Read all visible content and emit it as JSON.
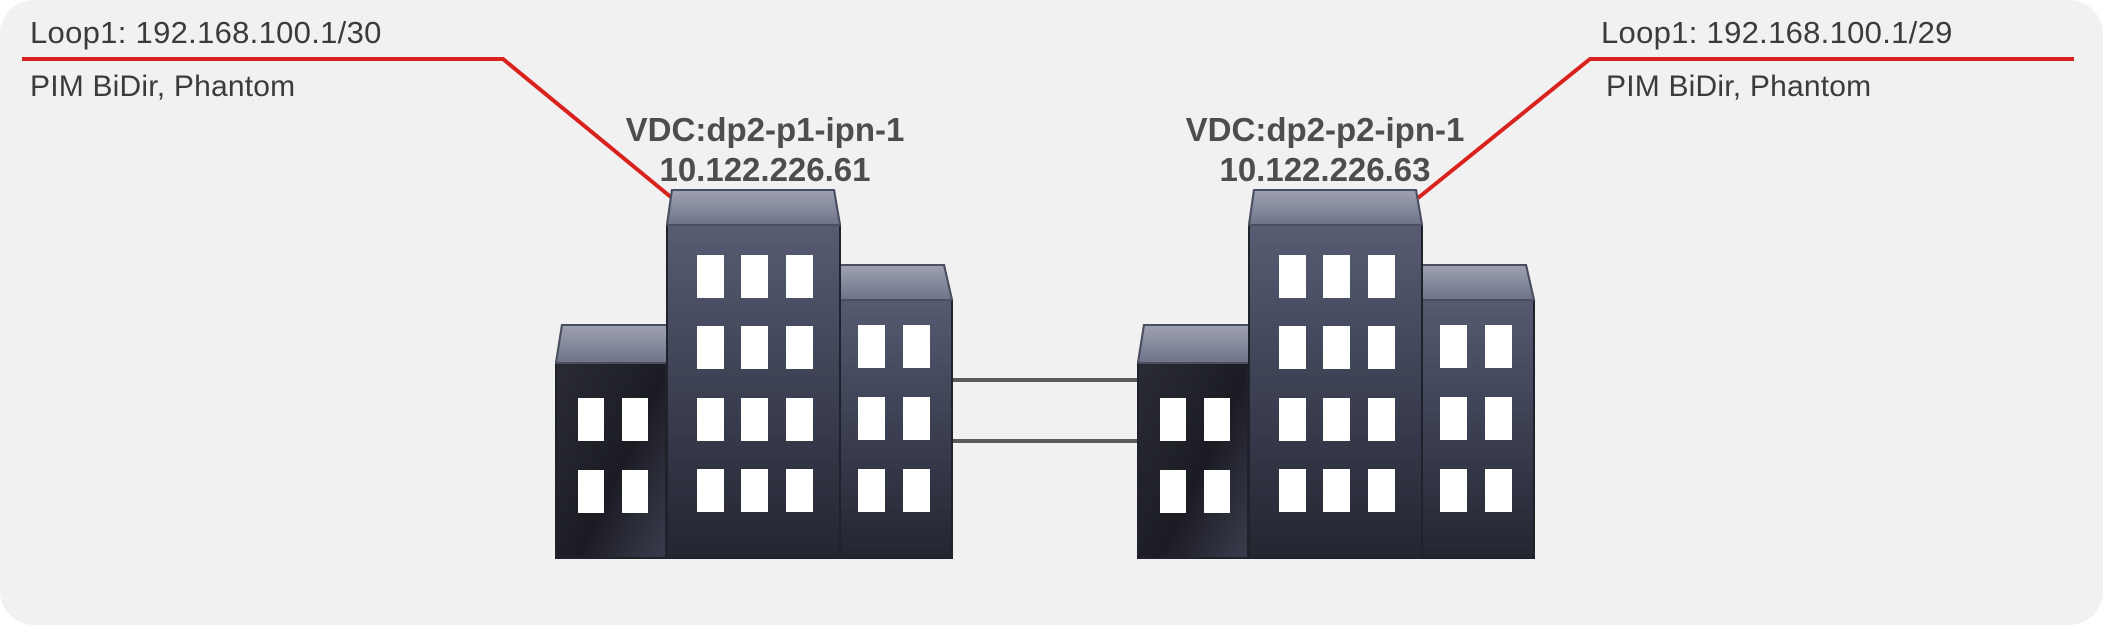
{
  "diagram": {
    "colors": {
      "background": "#f1f1f1",
      "callout_line": "#d9221d",
      "link_line": "#5a5a5a",
      "building_body": "#3f4357",
      "building_roof": "#8a8fa3",
      "window": "#ffffff",
      "label_text": "#3b3b3b"
    },
    "left_node": {
      "name": "VDC:dp2-p1-ipn-1",
      "ip": "10.122.226.61",
      "icon": "building-icon",
      "loopback": "Loop1: 192.168.100.1/30",
      "pim": "PIM BiDir, Phantom"
    },
    "right_node": {
      "name": "VDC:dp2-p2-ipn-1",
      "ip": "10.122.226.63",
      "icon": "building-icon",
      "loopback": "Loop1: 192.168.100.1/29",
      "pim": "PIM BiDir, Phantom"
    },
    "links": [
      {
        "from": "VDC:dp2-p1-ipn-1",
        "to": "VDC:dp2-p2-ipn-1"
      },
      {
        "from": "VDC:dp2-p1-ipn-1",
        "to": "VDC:dp2-p2-ipn-1"
      }
    ]
  }
}
